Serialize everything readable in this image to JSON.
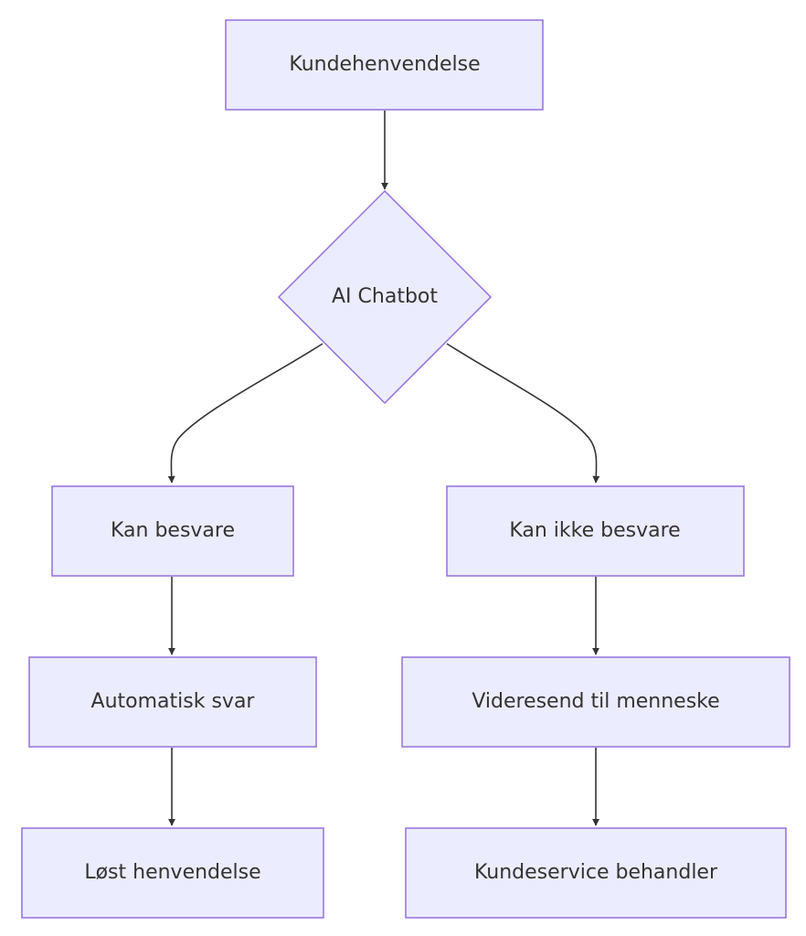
{
  "nodes": {
    "start": "Kundehenvendelse",
    "decision": "AI Chatbot",
    "yes_branch": "Kan besvare",
    "no_branch": "Kan ikke besvare",
    "auto_reply": "Automatisk svar",
    "forward": "Videresend til menneske",
    "resolved": "Løst henvendelse",
    "customer_service": "Kundeservice behandler"
  },
  "colors": {
    "node_fill": "#ECECFF",
    "node_stroke": "#9370DB",
    "edge": "#333333",
    "text": "#333333"
  }
}
